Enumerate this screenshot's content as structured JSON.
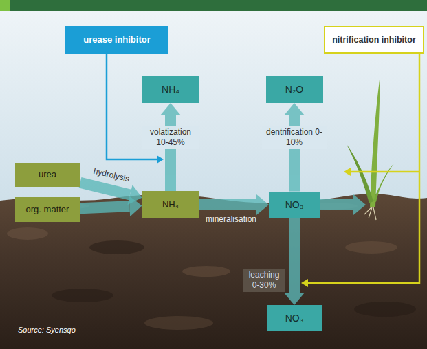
{
  "diagram": {
    "nodes": [
      {
        "text": [
          "urease inhibitor"
        ]
      },
      {
        "text": [
          "nitrification inhibitor"
        ]
      },
      {
        "text": [
          "NH₄"
        ]
      },
      {
        "text": [
          "N₂O"
        ]
      },
      {
        "text": [
          "urea"
        ]
      },
      {
        "text": [
          "NH₄"
        ]
      },
      {
        "text": [
          "NO₃"
        ]
      },
      {
        "text": [
          "org. matter"
        ]
      },
      {
        "text": [
          "NO₃"
        ]
      }
    ],
    "edges": [
      {
        "from": 5,
        "to": 2,
        "arrow": "to",
        "label": "volatization 10-45%"
      },
      {
        "from": 6,
        "to": 3,
        "arrow": "to",
        "label": "dentrification 0-10%"
      },
      {
        "from": 4,
        "to": 5,
        "arrow": "to",
        "label": "hydrolysis"
      },
      {
        "from": 7,
        "to": 5,
        "arrow": "to"
      },
      {
        "from": 5,
        "to": 6,
        "arrow": "to",
        "label": "mineralisation"
      },
      {
        "from": 6,
        "to": 8,
        "arrow": "to",
        "label": "leaching 0-30%"
      }
    ],
    "labels": [
      "Source: Syensqo"
    ]
  }
}
